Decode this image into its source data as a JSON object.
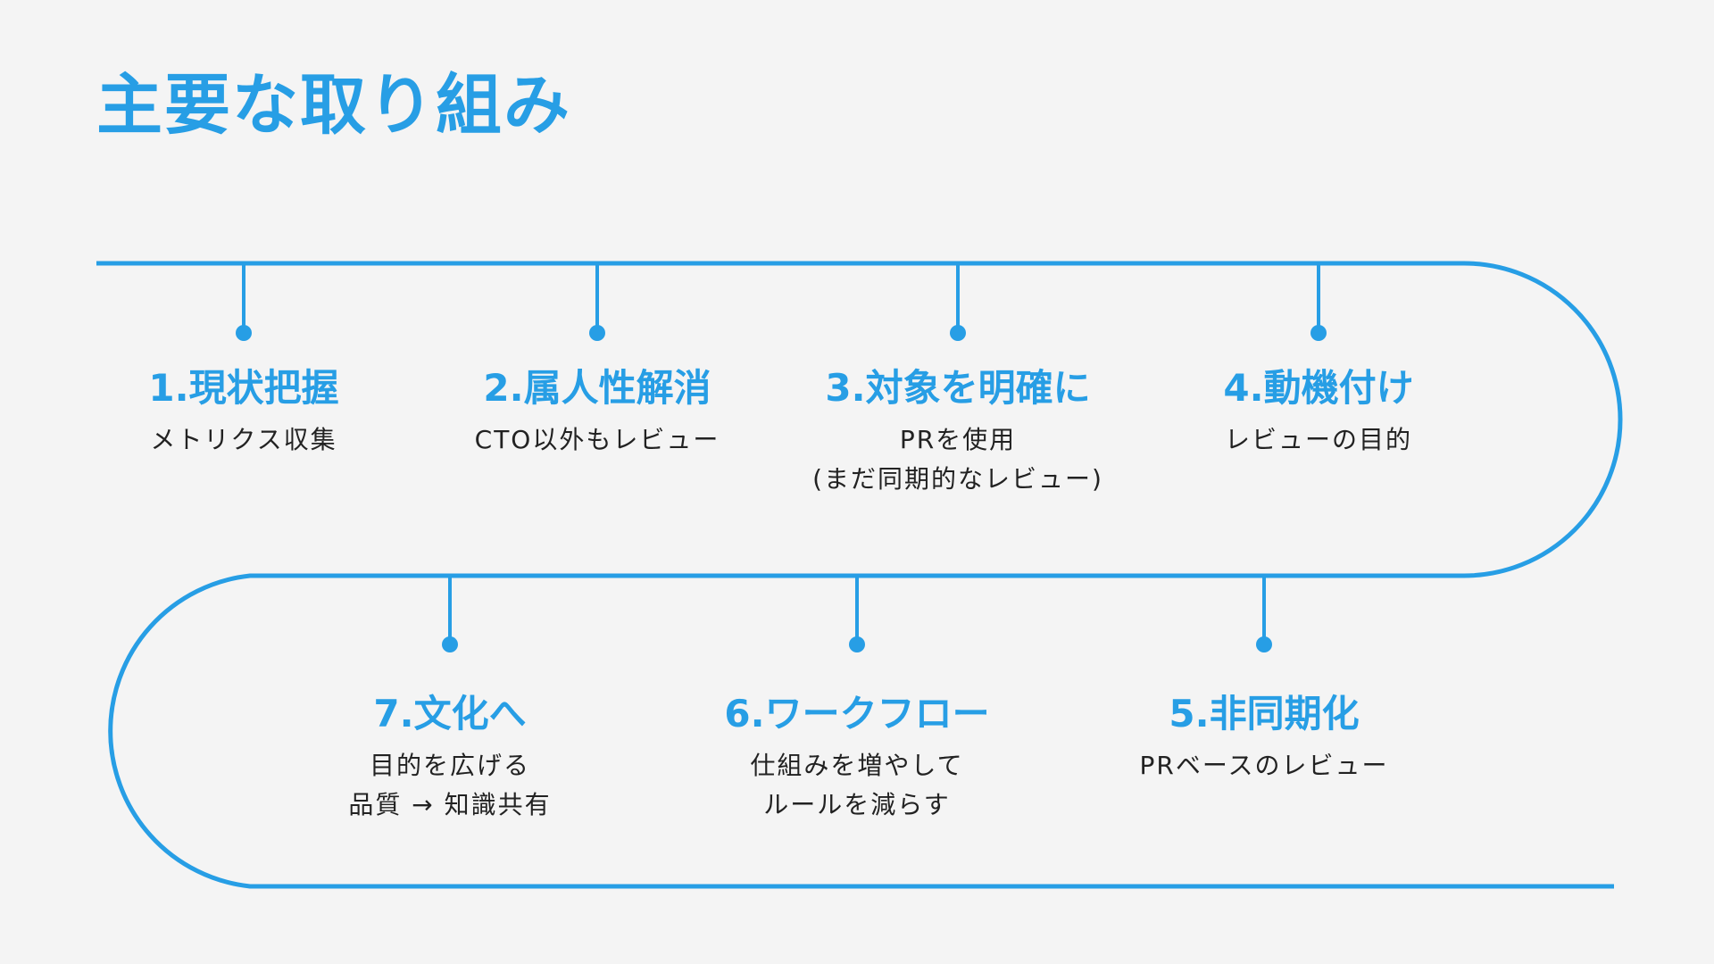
{
  "title": "主要な取り組み",
  "colors": {
    "accent": "#279ee5",
    "text": "#222222",
    "background": "#f4f4f4"
  },
  "steps": [
    {
      "title": "1.現状把握",
      "lines": [
        "メトリクス収集"
      ]
    },
    {
      "title": "2.属人性解消",
      "lines": [
        "CTO以外もレビュー"
      ]
    },
    {
      "title": "3.対象を明確に",
      "lines": [
        "PRを使用",
        "(まだ同期的なレビュー)"
      ]
    },
    {
      "title": "4.動機付け",
      "lines": [
        "レビューの目的"
      ]
    },
    {
      "title": "5.非同期化",
      "lines": [
        "PRベースのレビュー"
      ]
    },
    {
      "title": "6.ワークフロー",
      "lines": [
        "仕組みを増やして",
        "ルールを減らす"
      ]
    },
    {
      "title": "7.文化へ",
      "lines": [
        "目的を広げる",
        "品質 → 知識共有"
      ]
    }
  ]
}
